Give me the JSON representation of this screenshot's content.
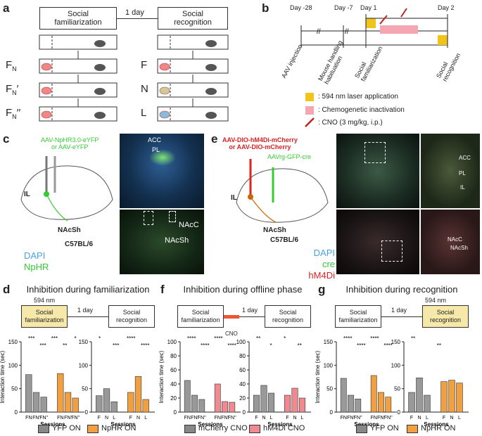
{
  "panels": {
    "a": "a",
    "b": "b",
    "c": "c",
    "d": "d",
    "e": "e",
    "f": "f",
    "g": "g"
  },
  "a": {
    "fam_title": "Social\nfamiliarization",
    "rec_title": "Social\nrecognition",
    "gap": "1 day",
    "left_labels": [
      "F",
      "F",
      "F"
    ],
    "left_subs": [
      "N",
      "N",
      "N"
    ],
    "left_primes": [
      "",
      "′",
      "′′"
    ],
    "right_labels": [
      "F",
      "N",
      "L"
    ]
  },
  "b": {
    "days": [
      "Day -28",
      "Day -7",
      "Day 1",
      "Day 2"
    ],
    "events": [
      "AAV injection",
      "Mouse handling\nhabituation",
      "Social\nfamiliarization",
      "Social\nrecognition"
    ],
    "legend": [
      ": 594 nm laser application",
      ": Chemogenetic inactivation",
      ": CNO (3 mg/kg, i.p.)"
    ],
    "colors": {
      "laser": "#f0c419",
      "chemo": "#f4a7b0",
      "syringe": "#b22"
    }
  },
  "c": {
    "virus": "AAV-NpHR3.0-eYFP\nor AAV-eYFP",
    "il": "IL",
    "nacsh": "NAcSh",
    "strain": "C57BL/6",
    "img_labels": [
      "ACC",
      "PL",
      "NAcC",
      "NAcSh"
    ],
    "legend": [
      "DAPI",
      "NpHR"
    ]
  },
  "e": {
    "virus": "AAV-DIO-hM4Di-mCherry\nor AAV-DIO-mCherry",
    "retro": "AAVrg-GFP-cre",
    "il": "IL",
    "nacsh": "NAcSh",
    "strain": "C57BL/6",
    "img_labels": [
      "ACC",
      "PL",
      "IL",
      "NAcC",
      "NAcSh"
    ],
    "legend": [
      "DAPI",
      "cre",
      "hM4Di"
    ]
  },
  "d": {
    "title": "Inhibition during familiarization",
    "laser": "594 nm",
    "fam": "Social\nfamiliarization",
    "rec": "Social\nrecognition",
    "gap": "1 day",
    "legend": [
      "YFP ON",
      "NpHR ON"
    ]
  },
  "f": {
    "title": "Inhibition during offline phase",
    "fam": "Social\nfamiliarization",
    "rec": "Social\nrecognition",
    "gap": "1 day",
    "cno": "CNO",
    "legend": [
      "mCherry CNO",
      "hM4Di CNO"
    ]
  },
  "g": {
    "title": "Inhibition during recognition",
    "laser": "594 nm",
    "fam": "Social\nfamiliarization",
    "rec": "Social\nrecognition",
    "gap": "1 day",
    "legend": [
      "YFP ON",
      "NpHR ON"
    ]
  },
  "axes": {
    "ylabel": "Interaction time (sec)",
    "xlabel": "Sessions"
  },
  "chart_data": [
    {
      "type": "bar",
      "panel": "d-fam",
      "ylim": [
        0,
        150
      ],
      "yticks": [
        0,
        50,
        100,
        150
      ],
      "categories": [
        "FN",
        "FN'",
        "FN''"
      ],
      "series": [
        {
          "name": "YFP ON",
          "values": [
            80,
            42,
            32
          ]
        },
        {
          "name": "NpHR ON",
          "values": [
            82,
            42,
            30
          ]
        }
      ],
      "significance": [
        "***",
        "***",
        "***",
        "**",
        "*"
      ]
    },
    {
      "type": "bar",
      "panel": "d-rec",
      "ylim": [
        0,
        150
      ],
      "yticks": [
        0,
        50,
        100,
        150
      ],
      "categories": [
        "F",
        "N",
        "L"
      ],
      "series": [
        {
          "name": "YFP ON",
          "values": [
            35,
            50,
            22
          ]
        },
        {
          "name": "NpHR ON",
          "values": [
            42,
            76,
            27
          ]
        }
      ],
      "significance": [
        "*",
        "***",
        "****",
        "****"
      ]
    },
    {
      "type": "bar",
      "panel": "f-fam",
      "ylim": [
        0,
        100
      ],
      "yticks": [
        0,
        20,
        40,
        60,
        80,
        100
      ],
      "categories": [
        "FN",
        "FN'",
        "FN''"
      ],
      "series": [
        {
          "name": "mCherry CNO",
          "values": [
            45,
            24,
            18
          ]
        },
        {
          "name": "hM4Di CNO",
          "values": [
            40,
            15,
            14
          ]
        }
      ],
      "significance": [
        "****",
        "****",
        "****",
        "****"
      ]
    },
    {
      "type": "bar",
      "panel": "f-rec",
      "ylim": [
        0,
        100
      ],
      "yticks": [
        0,
        20,
        40,
        60,
        80,
        100
      ],
      "categories": [
        "F",
        "N",
        "L"
      ],
      "series": [
        {
          "name": "mCherry CNO",
          "values": [
            24,
            38,
            27
          ]
        },
        {
          "name": "hM4Di CNO",
          "values": [
            24,
            34,
            20
          ]
        }
      ],
      "significance": [
        "**",
        "*",
        "*",
        "**"
      ]
    },
    {
      "type": "bar",
      "panel": "g-fam",
      "ylim": [
        0,
        150
      ],
      "yticks": [
        0,
        50,
        100,
        150
      ],
      "categories": [
        "FN",
        "FN'",
        "FN''"
      ],
      "series": [
        {
          "name": "YFP ON",
          "values": [
            72,
            36,
            28
          ]
        },
        {
          "name": "NpHR ON",
          "values": [
            78,
            42,
            32
          ]
        }
      ],
      "significance": [
        "****",
        "****",
        "****",
        "****"
      ]
    },
    {
      "type": "bar",
      "panel": "g-rec",
      "ylim": [
        0,
        150
      ],
      "yticks": [
        0,
        50,
        100,
        150
      ],
      "categories": [
        "F",
        "N",
        "L"
      ],
      "series": [
        {
          "name": "YFP ON",
          "values": [
            42,
            73,
            36
          ]
        },
        {
          "name": "NpHR ON",
          "values": [
            65,
            68,
            62
          ]
        }
      ],
      "significance": [
        "**",
        "**"
      ]
    }
  ]
}
